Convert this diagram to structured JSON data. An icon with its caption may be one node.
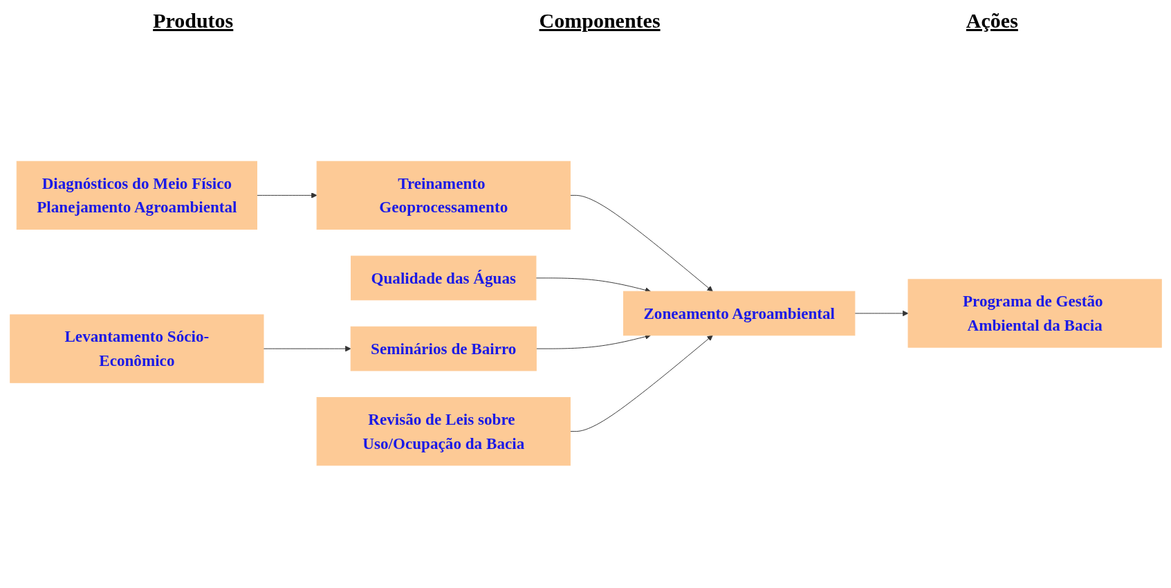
{
  "diagram": {
    "nodes": [
      {
        "text": [
          "Diagnósticos do Meio Físico",
          "Planejamento Agroambiental"
        ]
      },
      {
        "text": [
          "Qualidade das Águas"
        ]
      },
      {
        "text": [
          "Levantamento Sócio-Econômico"
        ]
      },
      {
        "text": [
          "Treinamento Geoprocessamento"
        ]
      },
      {
        "text": [
          "Seminários de Bairro"
        ]
      },
      {
        "text": [
          "Revisão de Leis sobre Uso/Ocupação da Bacia"
        ]
      },
      {
        "text": [
          "Zoneamento Agroambiental"
        ]
      },
      {
        "text": [
          "Programa de Gestão Ambiental da Bacia"
        ]
      }
    ],
    "edges": [
      {
        "from": 0,
        "to": 3,
        "arrow": "to"
      },
      {
        "from": 2,
        "to": 4,
        "arrow": "to"
      },
      {
        "from": 3,
        "to": 6,
        "arrow": "to"
      },
      {
        "from": 1,
        "to": 6,
        "arrow": "to"
      },
      {
        "from": 4,
        "to": 6,
        "arrow": "to"
      },
      {
        "from": 5,
        "to": 6,
        "arrow": "to"
      },
      {
        "from": 6,
        "to": 7,
        "arrow": "to"
      }
    ],
    "labels": [
      "Produtos",
      "Componentes",
      "Ações"
    ]
  }
}
